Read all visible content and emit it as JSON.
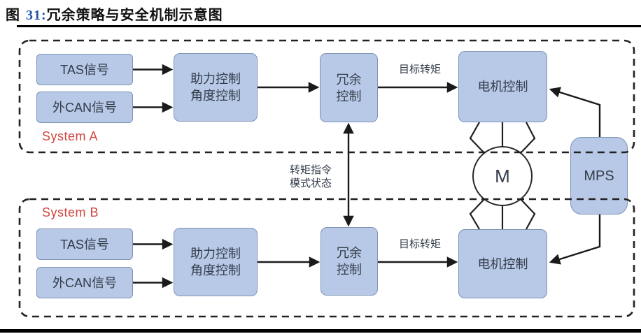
{
  "figure": {
    "label_prefix": "图",
    "number": "31",
    "colon": ":",
    "title": "冗余策略与安全机制示意图"
  },
  "colors": {
    "box_fill": "#b7c9e6",
    "box_border": "#7e93b6",
    "dashed_border": "#222222",
    "arrow": "#1a1a1a",
    "system_label_red": "#d0453f",
    "figure_number_blue": "#2056a8",
    "box_text": "#333c4a"
  },
  "system_a": {
    "label": "System A",
    "tas_signal": "TAS信号",
    "external_can_signal": "外CAN信号",
    "assist_control": "助力控制",
    "angle_control": "角度控制",
    "redundancy_line1": "冗余",
    "redundancy_line2": "控制",
    "motor_control": "电机控制",
    "target_torque": "目标转矩"
  },
  "system_b": {
    "label": "System B",
    "tas_signal": "TAS信号",
    "external_can_signal": "外CAN信号",
    "assist_control": "助力控制",
    "angle_control": "角度控制",
    "redundancy_line1": "冗余",
    "redundancy_line2": "控制",
    "motor_control": "电机控制",
    "target_torque": "目标转矩"
  },
  "interlink": {
    "line1": "转矩指令",
    "line2": "模式状态"
  },
  "motor": {
    "label": "M"
  },
  "mps": {
    "label": "MPS"
  }
}
